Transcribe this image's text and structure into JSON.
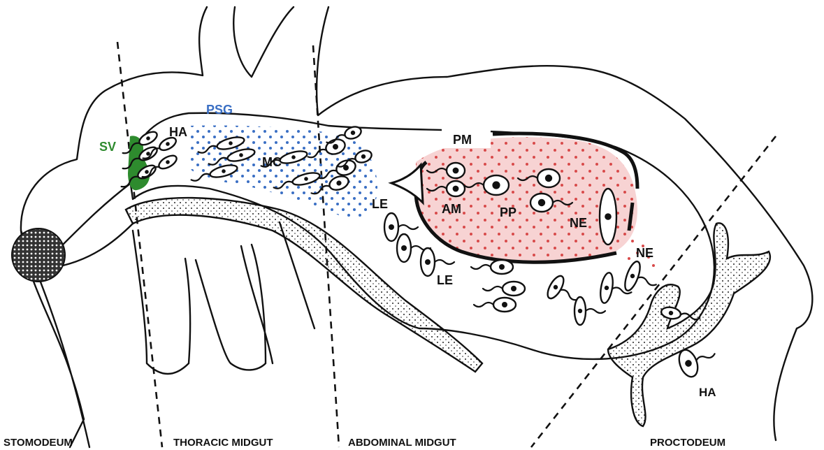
{
  "labels": {
    "sv": "SV",
    "ha_top": "HA",
    "psg": "PSG",
    "mc": "MC",
    "pm": "PM",
    "am": "AM",
    "pp": "PP",
    "ne_inner": "NE",
    "ne_outer": "NE",
    "le_upper": "LE",
    "le_lower": "LE",
    "ha_bottom": "HA"
  },
  "regions": {
    "stomodeum": "STOMODEUM",
    "thoracic": "THORACIC MIDGUT",
    "abdominal": "ABDOMINAL MIDGUT",
    "proctodeum": "PROCTODEUM"
  },
  "colors": {
    "sv_green": "#2e8b2e",
    "psg_blue": "#3a6fc4",
    "pp_fill": "#f7d3d3",
    "pp_dots": "#d84a4a"
  }
}
